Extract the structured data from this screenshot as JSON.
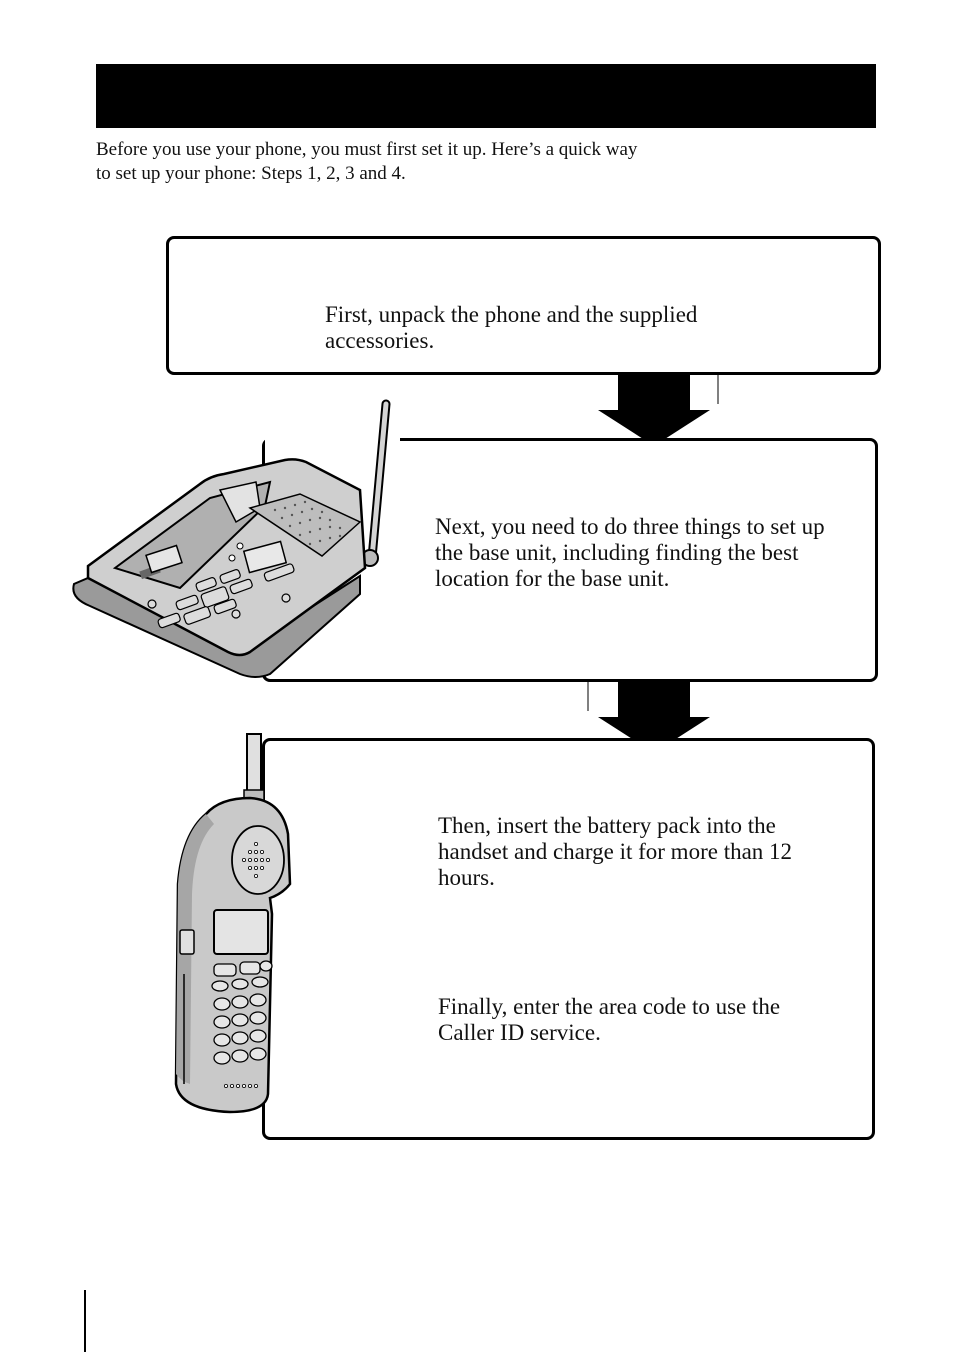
{
  "intro": {
    "line1": "Before you use your phone, you must first set it up. Here’s a quick way",
    "line2": "to set up your phone:  Steps 1, 2, 3 and 4."
  },
  "steps": [
    {
      "text": "First, unpack the phone and the supplied accessories."
    },
    {
      "text": "Next, you need to do three things to set up the base unit, including finding the best location for the base unit."
    },
    {
      "text": "Then, insert the battery pack into the handset and charge it for more than 12 hours."
    },
    {
      "text": "Finally, enter the area code to use the Caller ID service."
    }
  ],
  "illustrations": {
    "base": "base-unit-illustration",
    "handset": "handset-illustration"
  },
  "colors": {
    "title_bar": "#000000",
    "device_fill": "#c9c9c9",
    "device_dark": "#9a9a9a"
  }
}
